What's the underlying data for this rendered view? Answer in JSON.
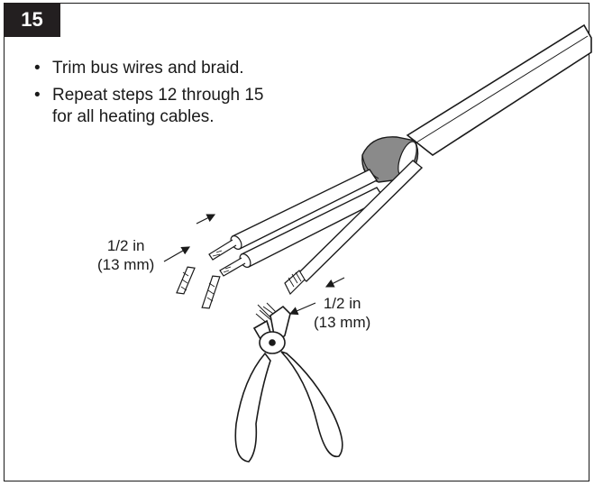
{
  "step": {
    "number": "15"
  },
  "instructions": [
    {
      "lines": [
        "Trim bus wires and braid."
      ]
    },
    {
      "lines": [
        "Repeat steps 12 through 15",
        "for all heating cables."
      ]
    }
  ],
  "dimensions": {
    "bus_wire_trim": {
      "line1": "1/2 in",
      "line2": "(13 mm)"
    },
    "braid_trim": {
      "line1": "1/2 in",
      "line2": "(13 mm)"
    }
  },
  "colors": {
    "ink": "#1a1a1a",
    "badge_bg": "#231f20",
    "sleeve": "#8a8a8a",
    "fill": "#ffffff"
  }
}
